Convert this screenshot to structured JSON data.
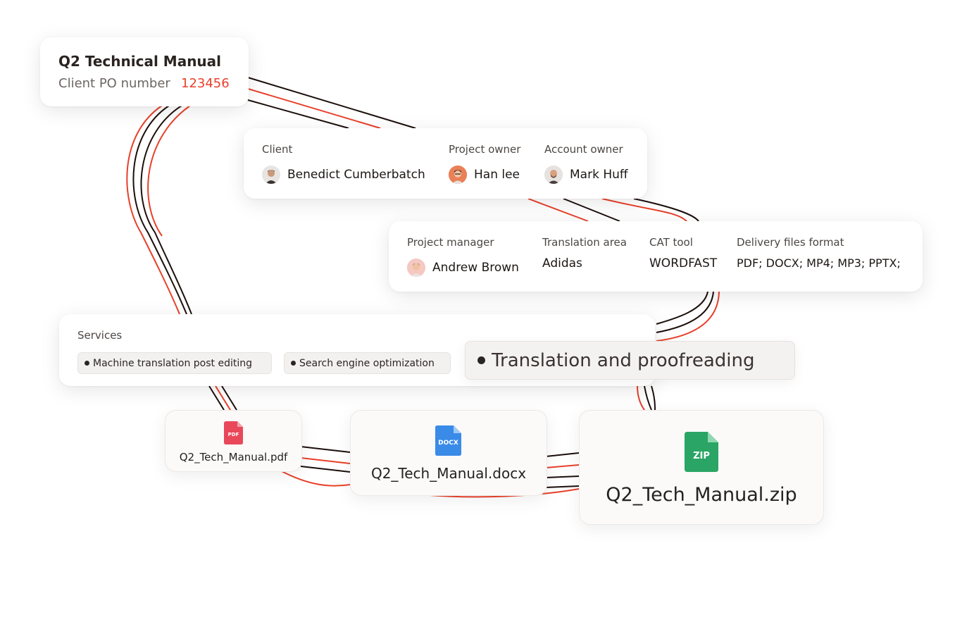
{
  "header_card": {
    "title": "Q2 Technical Manual",
    "po_label": "Client PO number",
    "po_value": "123456"
  },
  "owners_card": {
    "client_label": "Client",
    "client_name": "Benedict Cumberbatch",
    "project_owner_label": "Project owner",
    "project_owner_name": "Han lee",
    "account_owner_label": "Account owner",
    "account_owner_name": "Mark Huff"
  },
  "details_card": {
    "pm_label": "Project manager",
    "pm_name": "Andrew Brown",
    "area_label": "Translation area",
    "area_value": "Adidas",
    "cat_label": "CAT tool",
    "cat_value": "WORDFAST",
    "format_label": "Delivery files format",
    "format_value": "PDF; DOCX; MP4; MP3; PPTX;"
  },
  "services_card": {
    "label": "Services",
    "chips": [
      "Machine translation post editing",
      "Search engine optimization"
    ],
    "highlight_chip": "Translation and proofreading"
  },
  "files": {
    "pdf": {
      "name": "Q2_Tech_Manual.pdf",
      "badge": "PDF",
      "icon": "pdf-file-icon"
    },
    "docx": {
      "name": "Q2_Tech_Manual.docx",
      "badge": "DOCX",
      "icon": "docx-file-icon"
    },
    "zip": {
      "name": "Q2_Tech_Manual.zip",
      "badge": "ZIP",
      "icon": "zip-file-icon"
    }
  },
  "colors": {
    "accent_red": "#e8402a",
    "wire_dark": "#1c0f0c",
    "pdf_red": "#e8485a",
    "docx_blue": "#3a8be8",
    "zip_green": "#2aa565"
  }
}
